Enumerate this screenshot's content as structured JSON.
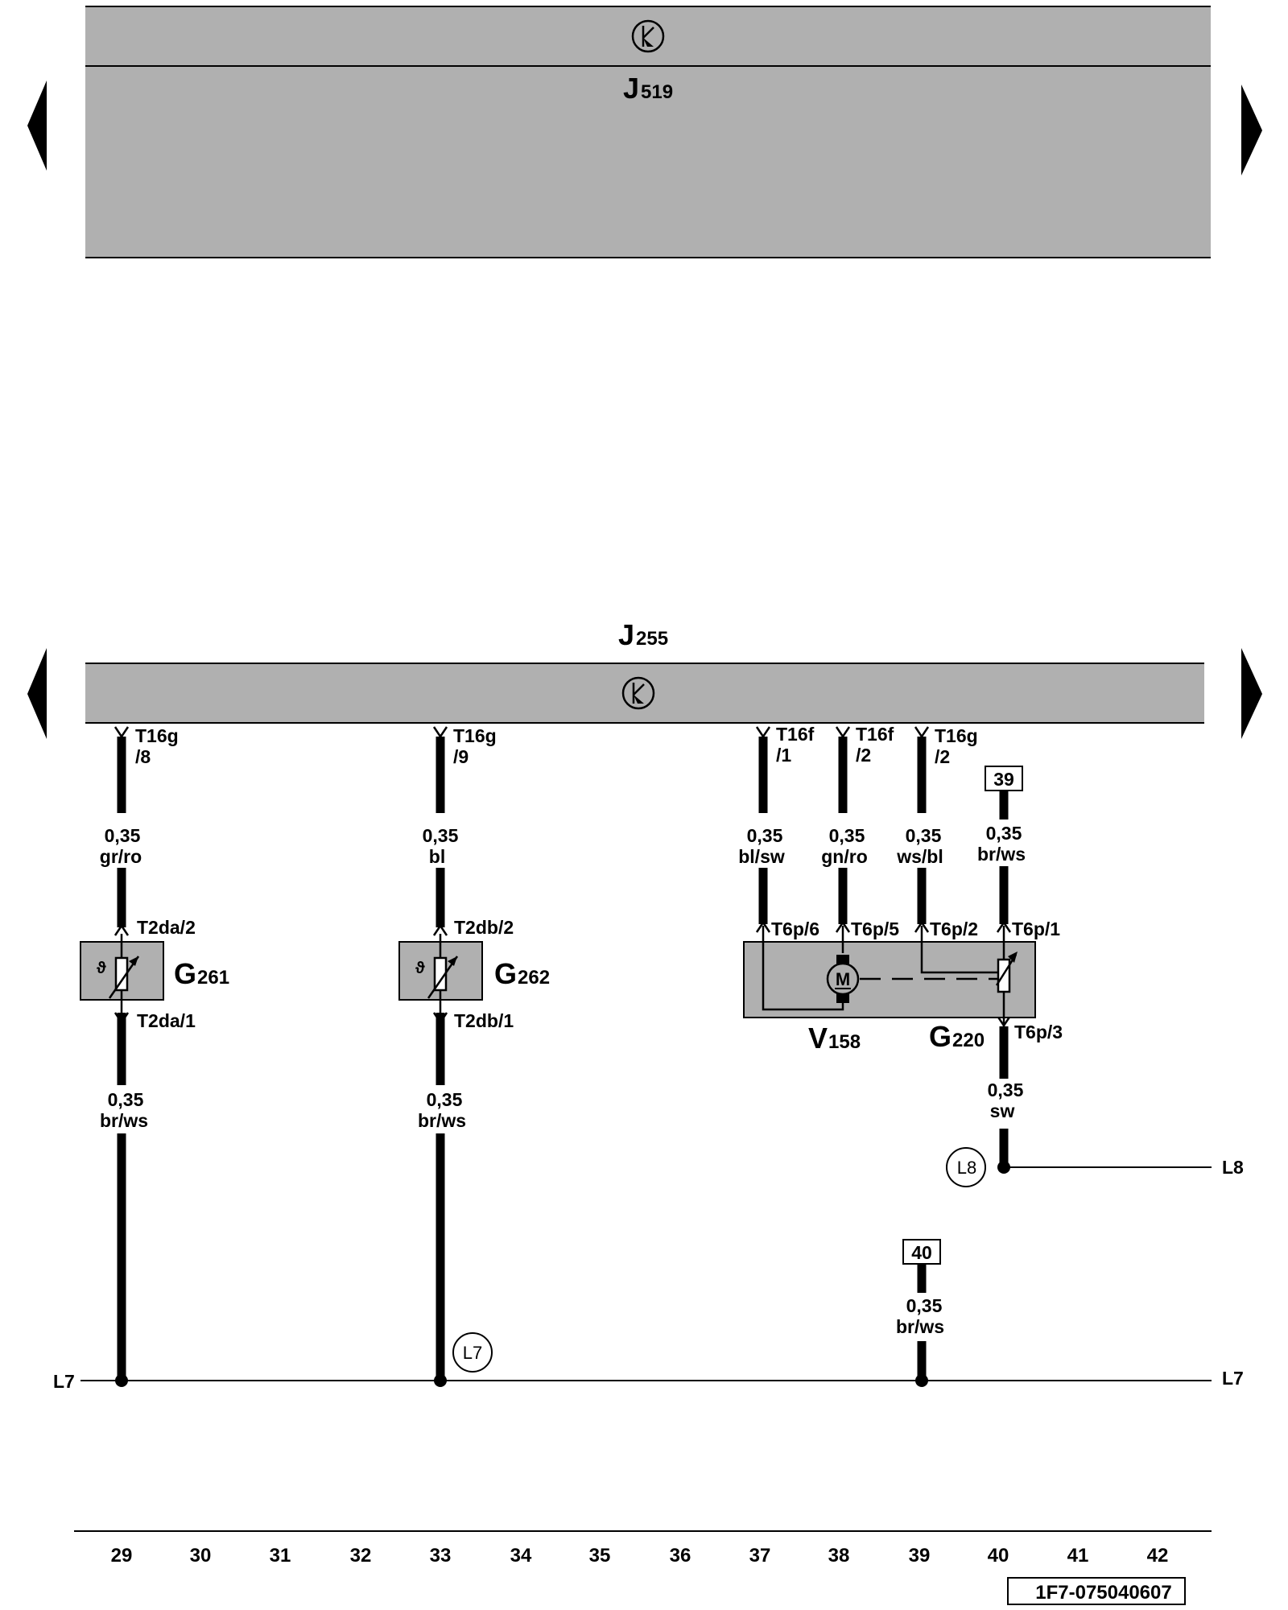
{
  "control_units": {
    "top": {
      "name_main": "J",
      "name_sub": "519",
      "icon": "k-circle-icon"
    },
    "bottom": {
      "name_main": "J",
      "name_sub": "255",
      "icon": "k-circle-icon"
    }
  },
  "components": {
    "g261": {
      "main": "G",
      "sub": "261",
      "icon": "thermistor-icon"
    },
    "g262": {
      "main": "G",
      "sub": "262",
      "icon": "thermistor-icon"
    },
    "v158": {
      "main": "V",
      "sub": "158",
      "icon": "motor-icon",
      "motor_letter": "M"
    },
    "g220": {
      "main": "G",
      "sub": "220",
      "icon": "potentiometer-icon"
    }
  },
  "connectors": {
    "t16g_8": [
      "T16g",
      "/8"
    ],
    "t16g_9": [
      "T16g",
      "/9"
    ],
    "t16f_1": [
      "T16f",
      "/1"
    ],
    "t16f_2": [
      "T16f",
      "/2"
    ],
    "t16g_2": [
      "T16g",
      "/2"
    ],
    "t2da_2": "T2da/2",
    "t2da_1": "T2da/1",
    "t2db_2": "T2db/2",
    "t2db_1": "T2db/1",
    "t6p_6": "T6p/6",
    "t6p_5": "T6p/5",
    "t6p_2": "T6p/2",
    "t6p_1": "T6p/1",
    "t6p_3": "T6p/3"
  },
  "wires": {
    "w_col29_top": [
      "0,35",
      "gr/ro"
    ],
    "w_col29_bot": [
      "0,35",
      "br/ws"
    ],
    "w_col33_top": [
      "0,35",
      "bl"
    ],
    "w_col33_bot": [
      "0,35",
      "br/ws"
    ],
    "w_col37": [
      "0,35",
      "bl/sw"
    ],
    "w_col38": [
      "0,35",
      "gn/ro"
    ],
    "w_col39": [
      "0,35",
      "ws/bl"
    ],
    "w_col40_top": [
      "0,35",
      "br/ws"
    ],
    "w_col40_bot": [
      "0,35",
      "sw"
    ],
    "w_col39_bot": [
      "0,35",
      "br/ws"
    ]
  },
  "references": {
    "ref_39": "39",
    "ref_40": "40"
  },
  "ground_points": {
    "l8": "L8",
    "l7": "L7"
  },
  "bus_labels": {
    "l8_right": "L8",
    "l7_left": "L7",
    "l7_right": "L7"
  },
  "columns": [
    "29",
    "30",
    "31",
    "32",
    "33",
    "34",
    "35",
    "36",
    "37",
    "38",
    "39",
    "40",
    "41",
    "42"
  ],
  "doc_id": "1F7-075040607"
}
